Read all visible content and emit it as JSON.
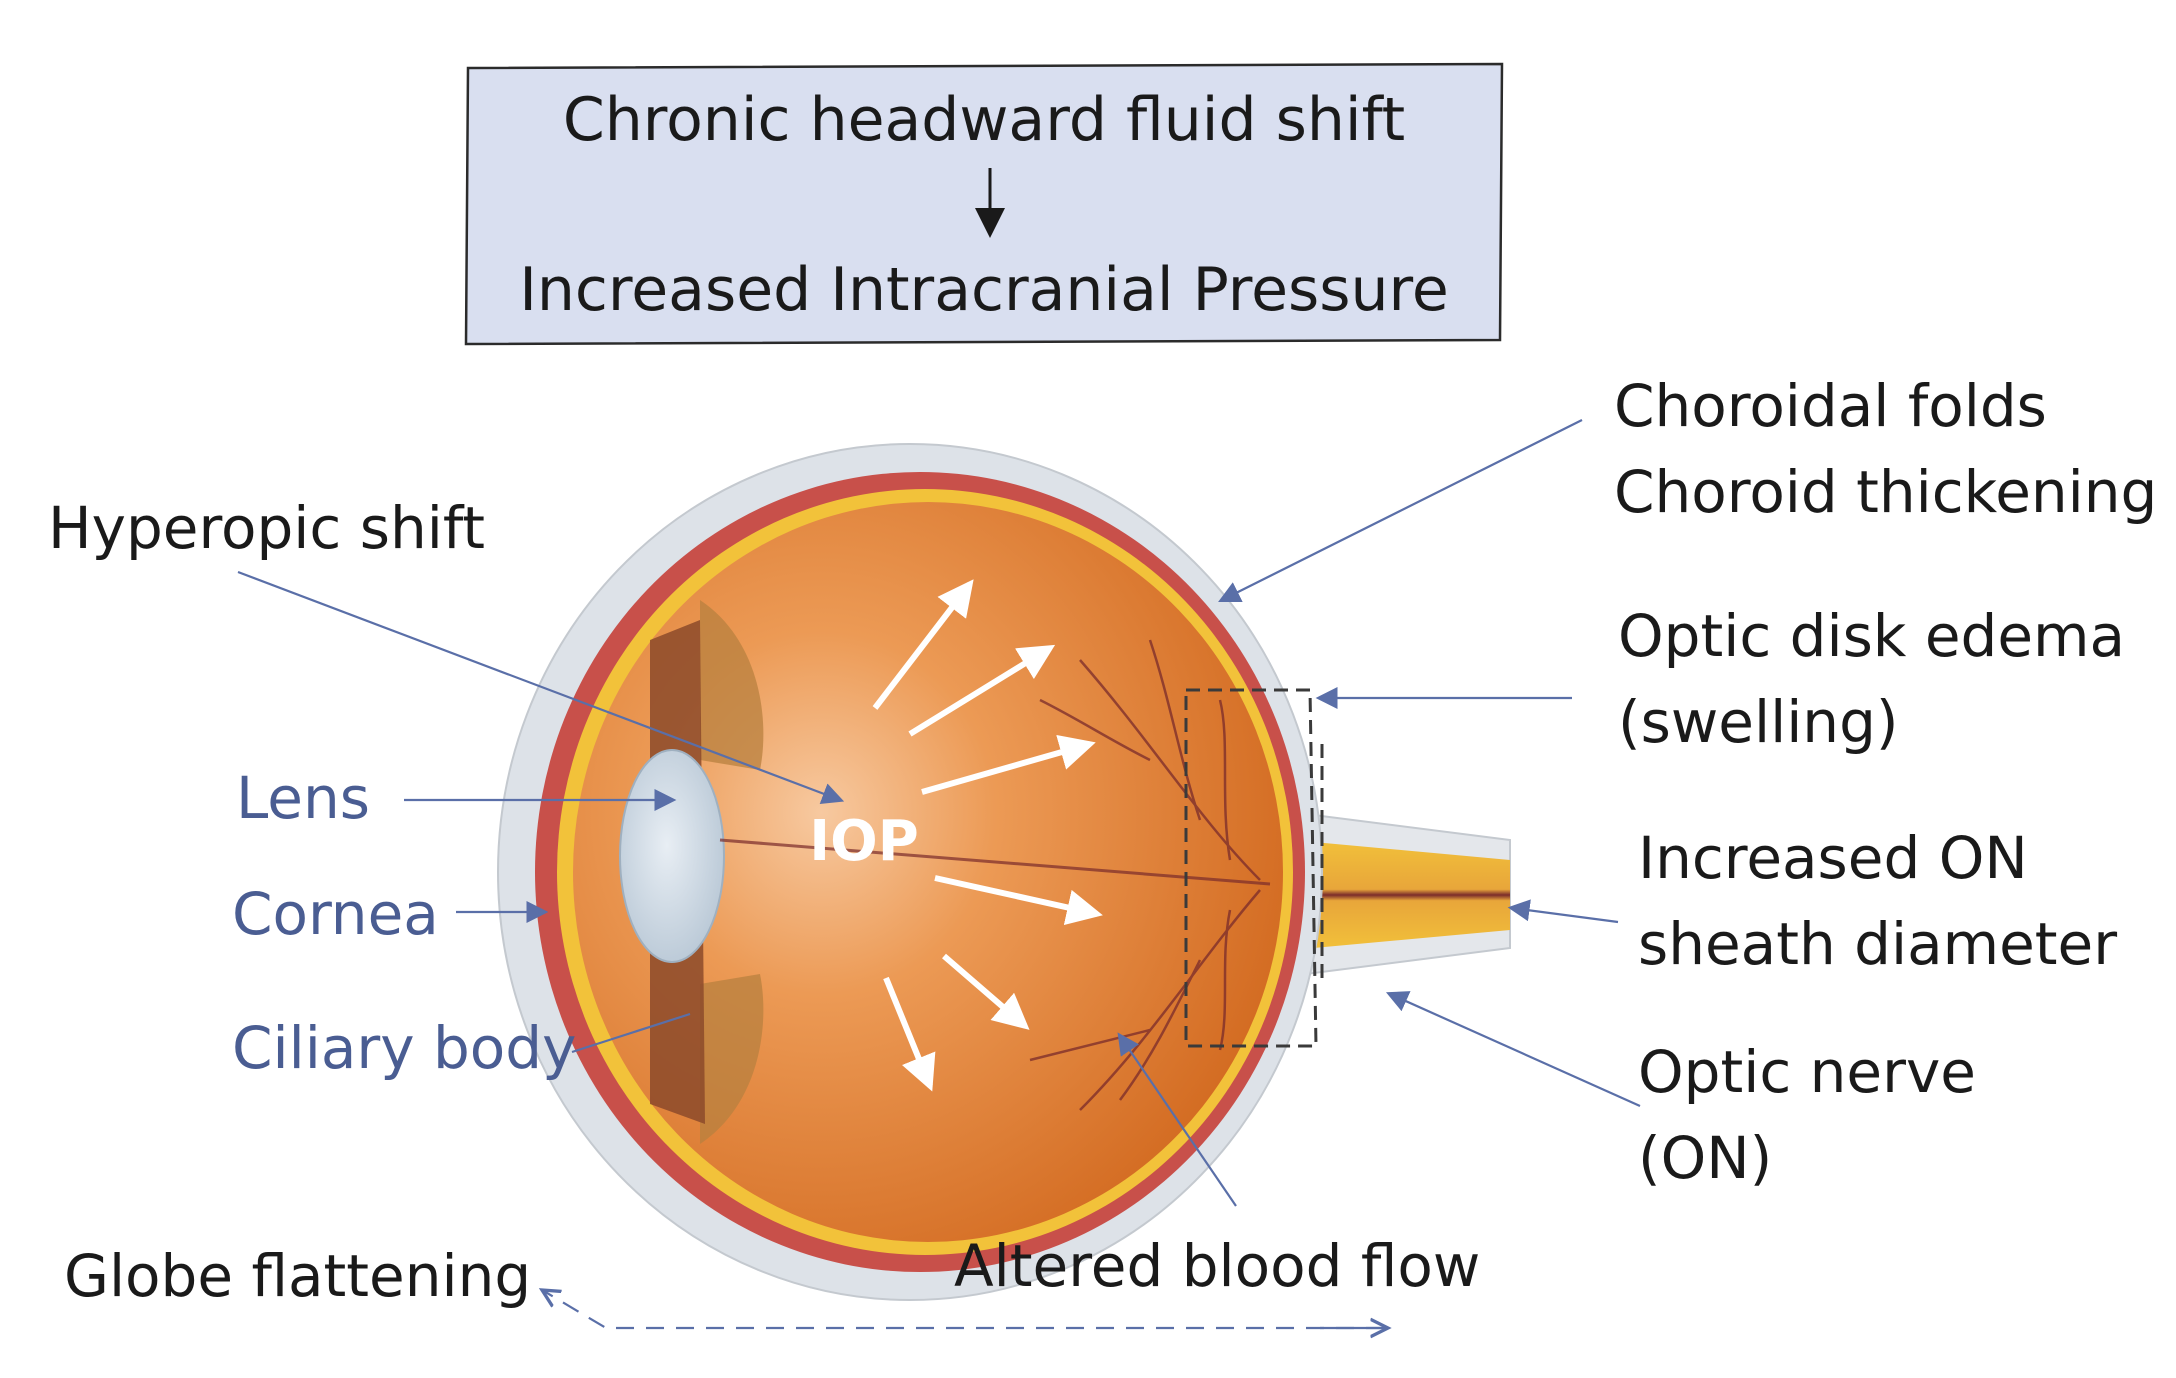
{
  "box": {
    "line1": "Chronic headward fluid shift",
    "line2": "Increased Intracranial Pressure"
  },
  "labels": {
    "hyperopic_shift": "Hyperopic shift",
    "lens": "Lens",
    "cornea": "Cornea",
    "ciliary_body": "Ciliary body",
    "globe_flattening": "Globe flattening",
    "choroidal_folds": "Choroidal folds",
    "choroid_thickening": "Choroid thickening",
    "optic_disk_edema": "Optic disk edema",
    "swelling": "(swelling)",
    "increased_on": "Increased ON",
    "sheath_diameter": "sheath diameter",
    "optic_nerve": "Optic nerve",
    "on_abbrev": "(ON)",
    "altered_blood_flow": "Altered blood flow",
    "iop": "IOP"
  },
  "colors": {
    "box_fill": "#d9dff0",
    "label_blue": "#4a5d92",
    "leader_line": "#5a6fa8",
    "eye_orange": "#e07a2c",
    "sclera": "#dde2e8",
    "choroid_red": "#c8504a",
    "retina_yellow": "#f2c23a"
  }
}
